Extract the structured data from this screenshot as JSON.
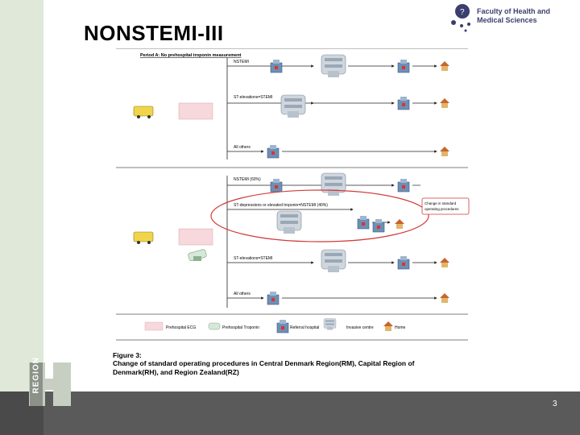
{
  "slide": {
    "title": "NONSTEMI-III",
    "page_number": "3"
  },
  "logo": {
    "line1": "Faculty of Health and",
    "line2": "Medical Sciences"
  },
  "region_mark": {
    "text": "REGION"
  },
  "figure": {
    "period_a_heading": "Period A: No prehospital troponin measurement",
    "upper": {
      "nstemi": "NSTEMI",
      "stemi": "ST-elevations=STEMI",
      "others": "All others"
    },
    "lower": {
      "nstemi": "NSTEMI (60%)",
      "std": "ST-depressions or elevated troponin=NSTEMI (40%)",
      "stemi": "ST-elevations=STEMI",
      "others": "All others"
    },
    "callout": "Change in standard operating procedures",
    "legend": {
      "ecg": "Prehospital ECG",
      "troponin": "Prehospital Troponin",
      "referral": "Referral hospital",
      "invasive": "Invasive centre",
      "home": "Home"
    }
  },
  "caption": {
    "label": "Figure 3:",
    "text": "Change of standard operating procedures in Central Denmark Region(RM), Capital Region of Denmark(RH), and Region Zealand(RZ)"
  },
  "colors": {
    "side_strip": "#dfe8d9",
    "bottom_bar": "#5a5a5a",
    "highlight": "#d23a3a",
    "logo_accent": "#3b3f6e"
  }
}
